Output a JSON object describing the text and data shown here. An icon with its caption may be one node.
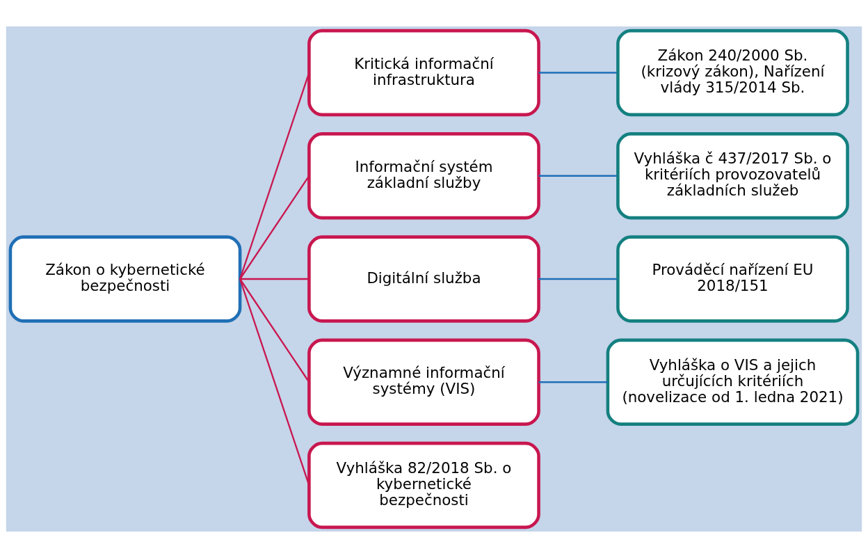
{
  "diagram": {
    "nodes": [
      {
        "text": [
          "Zákon o kybernetické bezpečnosti"
        ]
      },
      {
        "text": [
          "Kritická informační infrastruktura"
        ]
      },
      {
        "text": [
          "Zákon 240/2000 Sb. (krizový zákon), Nařízení vlády 315/2014 Sb."
        ]
      },
      {
        "text": [
          "Informační systém základní služby"
        ]
      },
      {
        "text": [
          "Vyhláška č 437/2017 Sb. o kritériích provozovatelů základních služeb"
        ]
      },
      {
        "text": [
          "Digitální služba"
        ]
      },
      {
        "text": [
          "Prováděcí nařízení EU 2018/151"
        ]
      },
      {
        "text": [
          "Významné informační systémy (VIS)"
        ]
      },
      {
        "text": [
          "Vyhláška o VIS a jejich určujících kritériích (novelizace od 1. ledna 2021)"
        ]
      },
      {
        "text": [
          "Vyhláška 82/2018 Sb. o kybernetické bezpečnosti"
        ]
      }
    ],
    "edges": [
      {
        "from": 0,
        "to": 1,
        "arrow": "none"
      },
      {
        "from": 0,
        "to": 3,
        "arrow": "none"
      },
      {
        "from": 0,
        "to": 5,
        "arrow": "none"
      },
      {
        "from": 0,
        "to": 7,
        "arrow": "none"
      },
      {
        "from": 0,
        "to": 9,
        "arrow": "none"
      },
      {
        "from": 1,
        "to": 2,
        "arrow": "none",
        "color": "#1f6fb5"
      },
      {
        "from": 3,
        "to": 4,
        "arrow": "none",
        "color": "#1f6fb5"
      },
      {
        "from": 5,
        "to": 6,
        "arrow": "none",
        "color": "#1f6fb5"
      },
      {
        "from": 7,
        "to": 8,
        "arrow": "none",
        "color": "#1f6fb5"
      }
    ]
  }
}
